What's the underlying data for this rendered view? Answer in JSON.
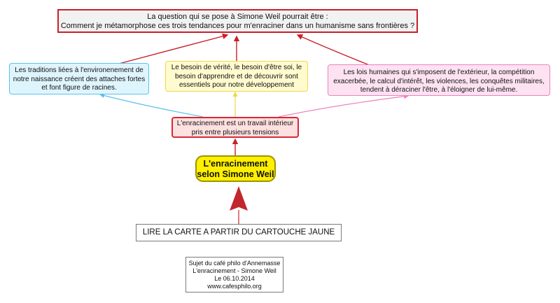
{
  "diagram": {
    "question": {
      "lines": [
        "La question qui se pose à Simone Weil pourrait être :",
        "Comment je métamorphose ces trois tendances pour m'enraciner dans un humanisme sans frontières ?"
      ]
    },
    "traditions": {
      "lines": [
        "Les traditions liées à l'environenement de",
        "notre naissance créent des attaches fortes",
        "et font figure de racines."
      ]
    },
    "besoin": {
      "lines": [
        "Le besoin de vérité, le besoin d'être soi, le",
        "besoin d'apprendre et de découvrir sont",
        "essentiels pour notre développement"
      ]
    },
    "lois": {
      "lines": [
        "Les lois humaines qui s'imposent de l'extérieur, la compétition",
        "exacerbée, le calcul d'intérêt, les violences, les conquêtes militaires,",
        "tendent à déraciner l'être, à l'éloigner de lui-même."
      ]
    },
    "tension": {
      "lines": [
        "L'enracinement est un travail intérieur",
        "pris entre plusieurs tensions"
      ]
    },
    "central": {
      "lines": [
        "L'enracinement",
        "selon Simone Weil"
      ]
    },
    "instruction": {
      "text": "LIRE LA CARTE A PARTIR DU CARTOUCHE JAUNE"
    },
    "credits": {
      "lines": [
        "Sujet du café philo d'Annemasse",
        "L'enracinement - Simone Weil",
        "Le 06.10.2014",
        "www.cafesphilo.org"
      ]
    }
  },
  "colors": {
    "red_link": "#c9202a",
    "blue_link": "#5bc1ef",
    "yellow_link": "#f2d64b",
    "pink_link": "#ee82bd",
    "central_fill": "#ffef00",
    "big_arrow": "#c1272d"
  }
}
